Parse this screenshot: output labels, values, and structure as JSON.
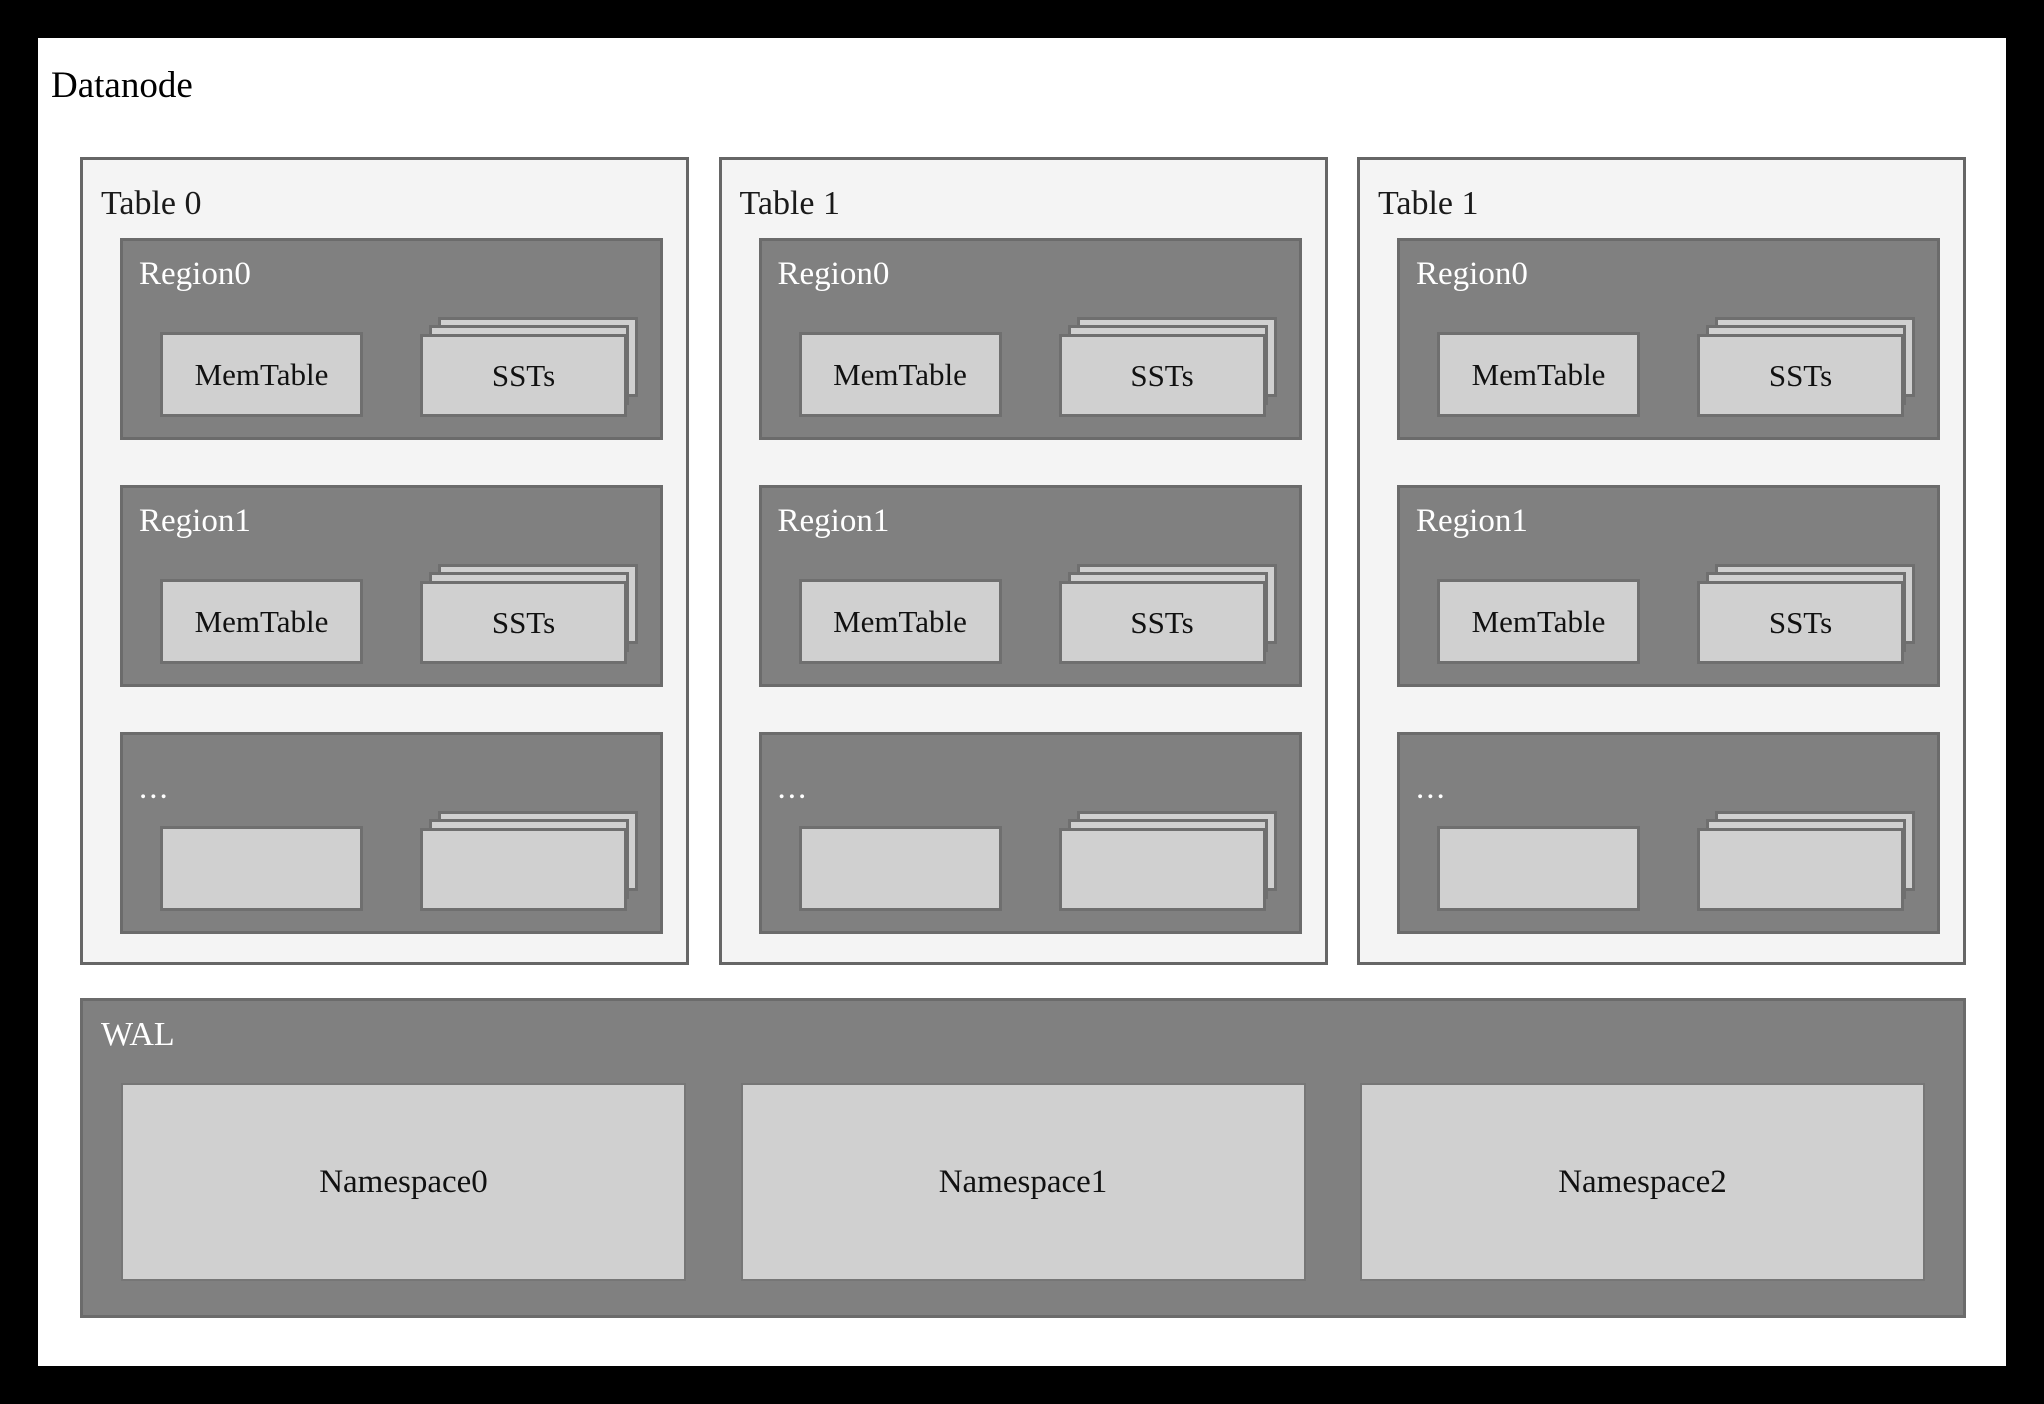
{
  "diagram": {
    "title": "Datanode",
    "colors": {
      "frame": "#000000",
      "canvas": "#ffffff",
      "table_panel_bg": "#f4f4f4",
      "table_panel_border": "#666666",
      "region_bg": "#808080",
      "region_border": "#6b6b6b",
      "inner_box_bg": "#d0d0d0",
      "inner_box_border": "#6f6f6f",
      "label_dark": "#1a1a1a",
      "label_light": "#ffffff"
    },
    "tables": [
      {
        "label": "Table 0",
        "regions": [
          {
            "label": "Region0",
            "memtable": "MemTable",
            "ssts": "SSTs"
          },
          {
            "label": "Region1",
            "memtable": "MemTable",
            "ssts": "SSTs"
          },
          {
            "label": "...",
            "memtable": "",
            "ssts": ""
          }
        ]
      },
      {
        "label": "Table 1",
        "regions": [
          {
            "label": "Region0",
            "memtable": "MemTable",
            "ssts": "SSTs"
          },
          {
            "label": "Region1",
            "memtable": "MemTable",
            "ssts": "SSTs"
          },
          {
            "label": "...",
            "memtable": "",
            "ssts": ""
          }
        ]
      },
      {
        "label": "Table 1",
        "regions": [
          {
            "label": "Region0",
            "memtable": "MemTable",
            "ssts": "SSTs"
          },
          {
            "label": "Region1",
            "memtable": "MemTable",
            "ssts": "SSTs"
          },
          {
            "label": "...",
            "memtable": "",
            "ssts": ""
          }
        ]
      }
    ],
    "wal": {
      "label": "WAL",
      "namespaces": [
        {
          "label": "Namespace0"
        },
        {
          "label": "Namespace1"
        },
        {
          "label": "Namespace2"
        }
      ]
    }
  }
}
